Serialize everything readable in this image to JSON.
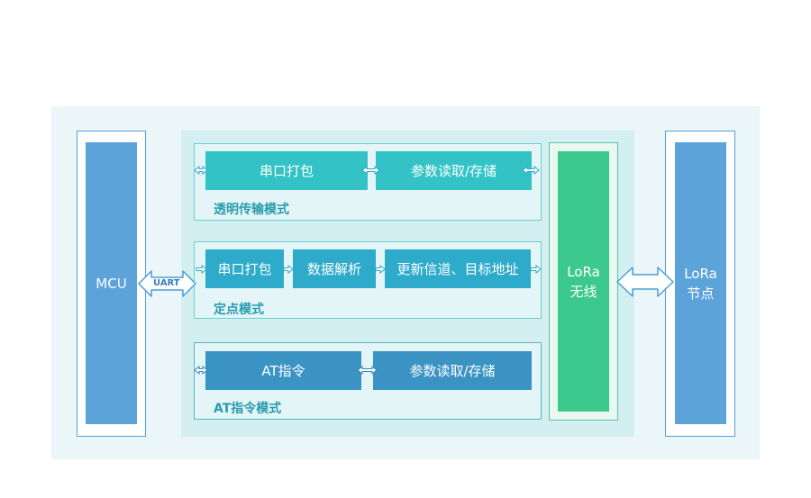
{
  "mcu": {
    "label": "MCU"
  },
  "link": {
    "uart_label": "UART"
  },
  "modes": [
    {
      "title": "透明传输模式",
      "blocks": [
        "串口打包",
        "参数读取/存储"
      ]
    },
    {
      "title": "定点模式",
      "blocks": [
        "串口打包",
        "数据解析",
        "更新信道、目标地址"
      ]
    },
    {
      "title": "AT指令模式",
      "blocks": [
        "AT指令",
        "参数读取/存储"
      ]
    }
  ],
  "lora_wireless": {
    "line1": "LoRa",
    "line2": "无线"
  },
  "lora_node": {
    "line1": "LoRa",
    "line2": "节点"
  },
  "colors": {
    "mcu_blue": "#5ba3d9",
    "transparent_mode": "#33c3c6",
    "fixed_point_mode": "#2eaacb",
    "at_mode": "#3a93c3",
    "lora_green": "#3cc98d"
  }
}
